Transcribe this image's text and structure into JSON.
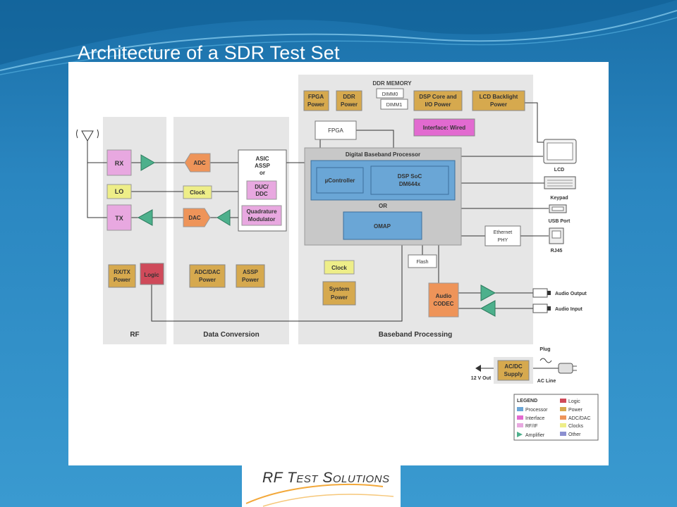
{
  "slide": {
    "title": "Architecture of a SDR Test Set",
    "logo": {
      "rf": "RF",
      "t": "T",
      "est": "EST",
      "s": "S",
      "olutions": "OLUTIONS"
    }
  },
  "colors": {
    "processor": "#6aa6d6",
    "interface": "#e26ad0",
    "rfif": "#e8a8e0",
    "amplifier": "#4db08c",
    "logic": "#cf4a5a",
    "power": "#d6a94e",
    "adcdac": "#ee9459",
    "clocks": "#eeee88",
    "other": "#8b8fd0",
    "section": "#e6e6e6"
  },
  "sections": {
    "rf": "RF",
    "data_conversion": "Data Conversion",
    "baseband": "Baseband Processing"
  },
  "blocks": {
    "rx": "RX",
    "lo": "LO",
    "tx": "TX",
    "rxtx_power_1": "RX/TX",
    "rxtx_power_2": "Power",
    "logic": "Logic",
    "adc": "ADC",
    "clock": "Clock",
    "dac": "DAC",
    "asic_1": "ASIC",
    "asic_2": "ASSP",
    "asic_3": "or",
    "ducddc_1": "DUC/",
    "ducddc_2": "DDC",
    "quad_1": "Quadrature",
    "quad_2": "Modulator",
    "adcdac_power_1": "ADC/DAC",
    "adcdac_power_2": "Power",
    "assp_power_1": "ASSP",
    "assp_power_2": "Power",
    "ddr_memory": "DDR MEMORY",
    "fpga_power_1": "FPGA",
    "fpga_power_2": "Power",
    "ddr_power_1": "DDR",
    "ddr_power_2": "Power",
    "dimm0": "DIMM0",
    "dimm1": "DIMM1",
    "dsp_power_1": "DSP Core and",
    "dsp_power_2": "I/O Power",
    "lcd_power_1": "LCD Backlight",
    "lcd_power_2": "Power",
    "interface_wired": "Interface: Wired",
    "fpga": "FPGA",
    "dbp": "Digital Baseband Processor",
    "ucontroller": "µController",
    "dsp_soc_1": "DSP SoC",
    "dsp_soc_2": "DM644x",
    "or": "OR",
    "omap": "OMAP",
    "ethernet_1": "Ethernet",
    "ethernet_2": "PHY",
    "flash": "Flash",
    "clock2": "Clock",
    "sys_power_1": "System",
    "sys_power_2": "Power",
    "audio_codec_1": "Audio",
    "audio_codec_2": "CODEC",
    "acdc_1": "AC/DC",
    "acdc_2": "Supply"
  },
  "peripherals": {
    "lcd": "LCD",
    "keypad": "Keypad",
    "usb_port": "USB Port",
    "rj45": "RJ45",
    "audio_output": "Audio Output",
    "audio_input": "Audio Input",
    "plug": "Plug",
    "ac_line": "AC Line",
    "out_12v": "12 V Out"
  },
  "legend": {
    "title": "LEGEND",
    "left": [
      "Processor",
      "Interface",
      "RF/IF",
      "Amplifier"
    ],
    "right": [
      "Logic",
      "Power",
      "ADC/DAC",
      "Clocks",
      "Other"
    ]
  }
}
